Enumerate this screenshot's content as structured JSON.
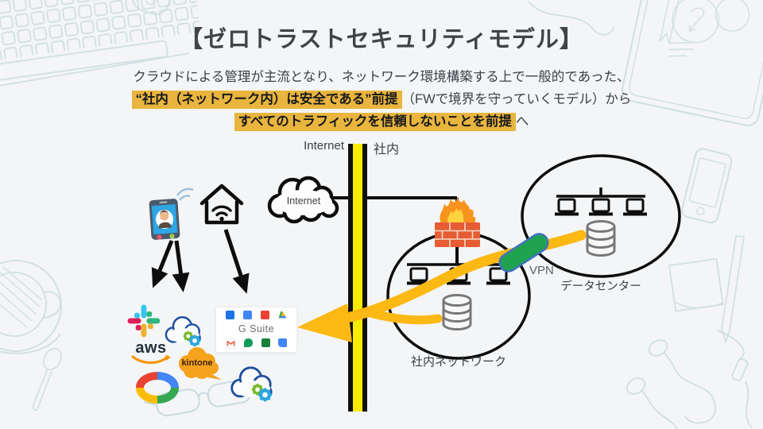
{
  "slide": {
    "title": "【ゼロトラストセキュリティモデル】",
    "intro": {
      "line1": "クラウドによる管理が主流となり、ネットワーク環境構築する上で一般的であった、",
      "line2_highlight": "“社内（ネットワーク内）は安全である”前提",
      "line2_rest": "（FWで境界を守っていくモデル）から",
      "line3_highlight": "すべてのトラフィックを信頼しないことを前提",
      "line3_rest": "へ"
    }
  },
  "diagram": {
    "left_zone_label": "Internet",
    "right_zone_label": "社内",
    "internet_cloud_label": "Internet",
    "vpn_label": "VPN",
    "datacenter_label": "データセンター",
    "internal_network_label": "社内ネットワーク"
  },
  "logos": {
    "gsuite_label": "G Suite",
    "aws_label": "aws",
    "kintone_label": "kintone"
  },
  "icons": [
    "keyboard-doodle",
    "mouse-doodle",
    "notebook-doodle",
    "phone-doodle",
    "sticky-note-doodle",
    "pen-doodle",
    "earbuds-doodle",
    "coffee-cup-doodle",
    "spoon-doodle",
    "glasses-doodle",
    "video-call-phone-icon",
    "wifi-signal-icon",
    "home-wifi-icon",
    "internet-cloud-icon",
    "firewall-icon",
    "laptop-icon",
    "database-icon",
    "network-tree-icon",
    "vpn-tunnel-icon",
    "traffic-arrow-icon",
    "device-arrow-icon",
    "slack-logo",
    "cloud-gear-icon",
    "gsuite-logo",
    "aws-logo",
    "kintone-logo",
    "google-cloud-logo",
    "boundary-bar"
  ],
  "colors": {
    "background": "#f3f5f6",
    "highlight_yellow": "#e9b53e",
    "boundary_bar_yellow": "#f8ec00",
    "traffic_arrow_yellow": "#fcb813",
    "vpn_green": "#1fa34f",
    "vpn_border_blue": "#4170c0",
    "firewall_brick": "#e65c33",
    "flame_orange": "#f7941d",
    "flame_yellow": "#ffd23f",
    "title_text": "#3f4449",
    "doodle_line": "#cfdfe2"
  }
}
